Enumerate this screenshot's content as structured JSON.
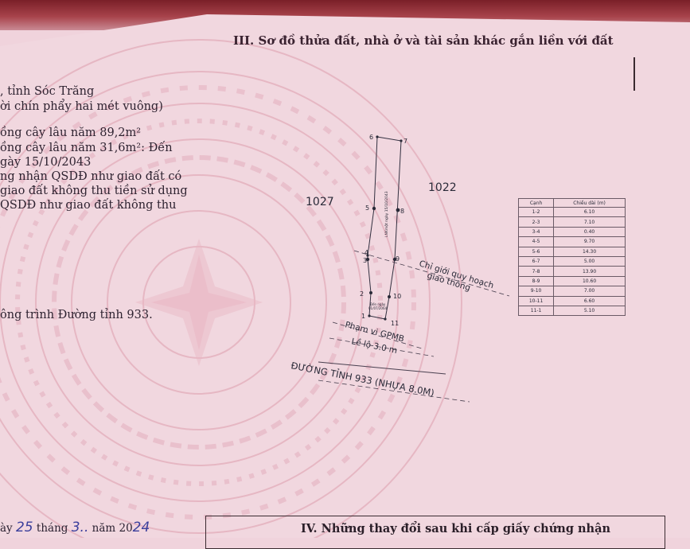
{
  "section_title": "III. Sơ đồ thửa đất, nhà ở và tài sản khác gắn liền với đất",
  "left_text": [
    ", tỉnh Sóc Trăng",
    "ời chín phẩy hai mét vuông)",
    "ồng cây lâu năm 89,2m²",
    "ồng cây lâu năm 31,6m²: Đến",
    "gày 15/10/2043",
    "ng nhận QSDĐ như giao đất có",
    "giao đất không thu tiền sử dụng",
    "QSDĐ như giao đất không thu",
    "ông trình Đường tỉnh 933."
  ],
  "map": {
    "parcel_left": "1027",
    "parcel_right": "1022",
    "strip_label": "LNKmột ngày 15/10/2043",
    "date_label_1": "Đến ngày",
    "date_label_2": "01/07/2064",
    "planning_line_1": "Chỉ giới quy hoạch",
    "planning_line_2": "giao thông",
    "corridor": "Phạm vi GPMB",
    "sidewalk": "Lề lộ 3.0 m",
    "road": "ĐƯỜNG TỈNH 933 (NHỰA 8.0M)",
    "points": [
      "1",
      "2",
      "3",
      "4",
      "5",
      "6",
      "7",
      "8",
      "9",
      "10",
      "11"
    ]
  },
  "edge_table": {
    "headers": [
      "Cạnh",
      "Chiều dài (m)"
    ],
    "rows": [
      [
        "1-2",
        "6.10"
      ],
      [
        "2-3",
        "7.10"
      ],
      [
        "3-4",
        "0.40"
      ],
      [
        "4-5",
        "9.70"
      ],
      [
        "5-6",
        "14.30"
      ],
      [
        "6-7",
        "5.00"
      ],
      [
        "7-8",
        "13.90"
      ],
      [
        "8-9",
        "10.60"
      ],
      [
        "9-10",
        "7.00"
      ],
      [
        "10-11",
        "6.60"
      ],
      [
        "11-1",
        "5.10"
      ]
    ]
  },
  "footer": {
    "day_label": "ày",
    "day_value": "25",
    "month_label": "tháng",
    "month_value": "3..",
    "year_label": "năm 20",
    "year_value": "24",
    "changes_title": "IV. Những thay đổi sau khi cấp giấy chứng nhận"
  },
  "colors": {
    "paper": "#f1d7df",
    "band": "#7a1f28",
    "handwriting": "#3b3f9c"
  }
}
